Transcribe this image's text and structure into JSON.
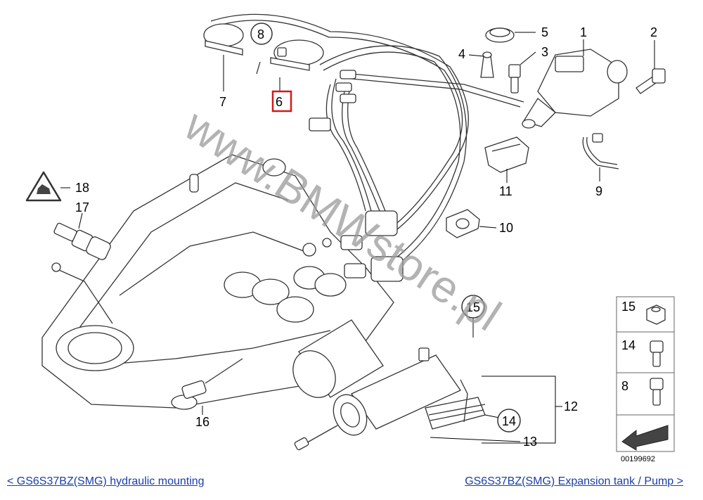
{
  "callouts": {
    "c1": "1",
    "c2": "2",
    "c3": "3",
    "c4": "4",
    "c5": "5",
    "c6": "6",
    "c7": "7",
    "c8": "8",
    "c9": "9",
    "c10": "10",
    "c11": "11",
    "c12": "12",
    "c13": "13",
    "c14": "14",
    "c15": "15",
    "c16": "16",
    "c17": "17",
    "c18": "18"
  },
  "legend": {
    "l15": "15",
    "l14": "14",
    "l8": "8",
    "code": "00199692"
  },
  "watermark": "www.BMWstore.pl",
  "highlight_color": "#d01a1a",
  "nav": {
    "prev": "< GS6S37BZ(SMG) hydraulic mounting",
    "next": "GS6S37BZ(SMG) Expansion tank / Pump >"
  }
}
